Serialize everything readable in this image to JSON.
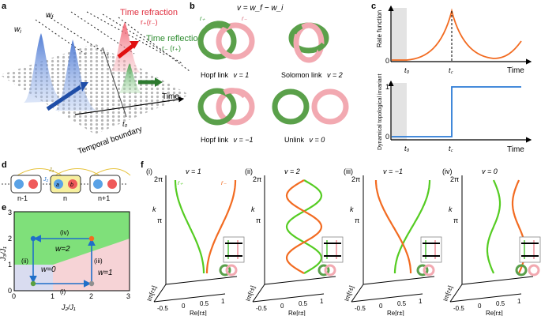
{
  "panels": {
    "a": {
      "label": "a",
      "w_i": "w",
      "w_i_sub": "i",
      "w_f": "w",
      "w_f_sub": "f",
      "refraction_title": "Time refraction",
      "refraction_sub": "r₊(r₋)",
      "reflection_title": "Time reflection",
      "reflection_sub": "r₋ (r₊)",
      "time_label": "Time",
      "t0_label": "t₀",
      "boundary_label": "Temporal boundary"
    },
    "b": {
      "label": "b",
      "formula": "v = w_f − w_i",
      "r_plus": "r₊",
      "r_minus": "r₋",
      "links": [
        {
          "name": "Hopf link",
          "v": "v = 1"
        },
        {
          "name": "Solomon link",
          "v": "v = 2"
        },
        {
          "name": "Hopf link",
          "v": "v = −1"
        },
        {
          "name": "Unlink",
          "v": "v = 0"
        }
      ]
    },
    "c": {
      "label": "c",
      "top_ylabel": "Rate function",
      "top_tick0": "0",
      "bottom_ylabel": "Dynamical topological invariant",
      "bottom_tick1": "1",
      "bottom_tick0": "0",
      "xlabel": "Time",
      "t0": "t₀",
      "tc": "t꜀"
    },
    "d": {
      "label": "d",
      "cells": [
        "n-1",
        "n",
        "n+1"
      ],
      "a": "a",
      "b": "b",
      "j2": "J₂",
      "j3": "J₃",
      "j1": "J₁"
    },
    "e": {
      "label": "e",
      "xlabel": "J₂/J₁",
      "ylabel": "J₃/J₁",
      "xticks": [
        "0",
        "1",
        "2",
        "3"
      ],
      "yticks": [
        "0",
        "1",
        "2",
        "3"
      ],
      "regions": [
        "w=0",
        "w=1",
        "w=2"
      ],
      "paths": [
        "(i)",
        "(ii)",
        "(iii)",
        "(iv)"
      ],
      "colors": {
        "w0": "#d9dcf0",
        "w1": "#f6d3d6",
        "w2": "#7fe07a"
      }
    },
    "f": {
      "label": "f",
      "subpanels": [
        {
          "tag": "(i)",
          "v": "v = 1"
        },
        {
          "tag": "(ii)",
          "v": "v = 2"
        },
        {
          "tag": "(iii)",
          "v": "v = −1"
        },
        {
          "tag": "(iv)",
          "v": "v = 0"
        }
      ],
      "top_tick": "2π",
      "mid_tick": "π",
      "k": "k",
      "x_ticks": [
        "-0.5",
        "0",
        "0.5",
        "1"
      ],
      "re_label": "Re[r±]",
      "im_label": "Im[r±]",
      "r_plus": "r₊",
      "r_minus": "r₋",
      "colors": {
        "green": "#55cc22",
        "orange": "#f26b21"
      }
    }
  }
}
